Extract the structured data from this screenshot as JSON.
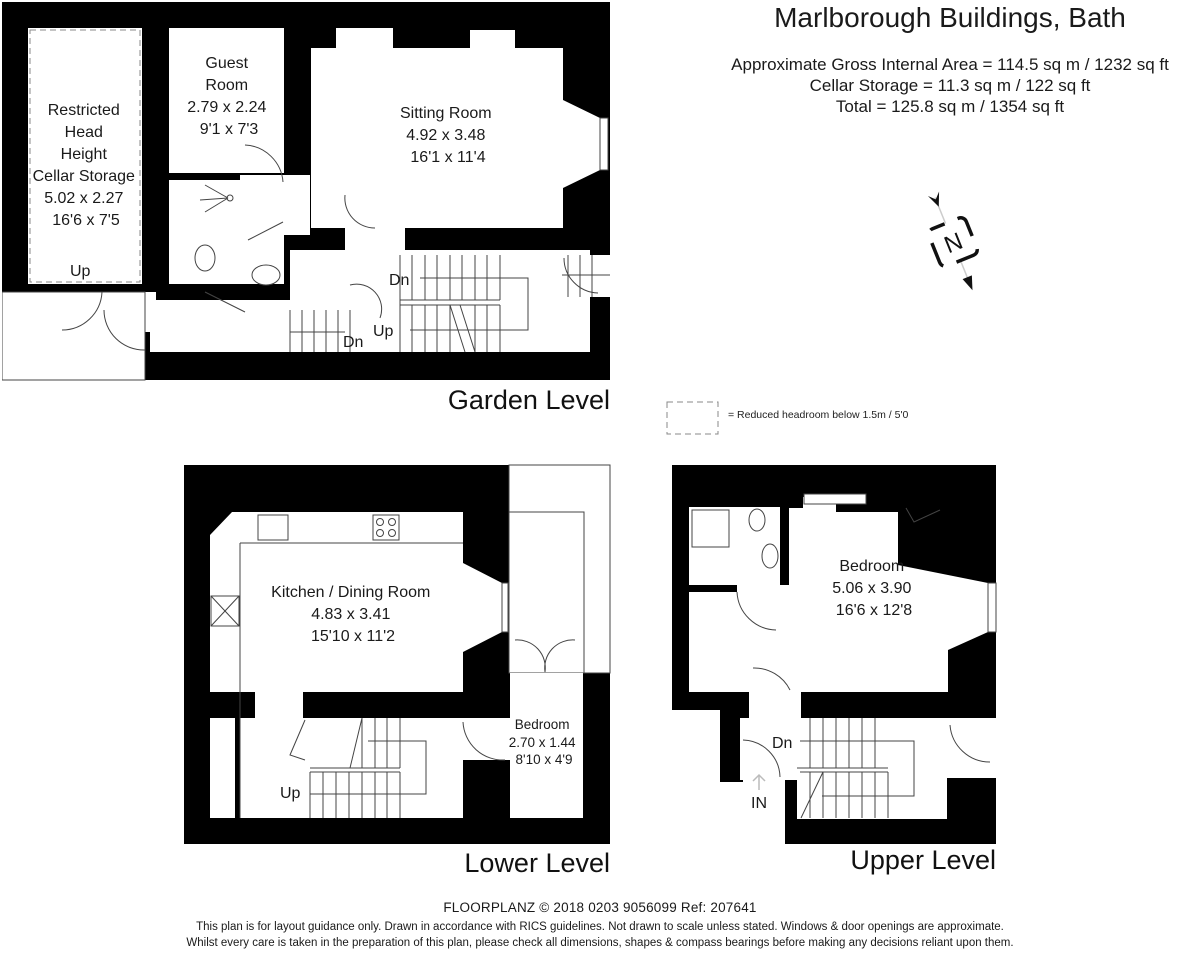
{
  "header": {
    "title": "Marlborough Buildings, Bath",
    "areas": [
      "Approximate Gross Internal Area = 114.5 sq m / 1232 sq ft",
      "Cellar Storage = 11.3 sq m / 122 sq ft",
      "Total = 125.8 sq m / 1354 sq ft"
    ]
  },
  "compass": {
    "icon": "north-compass-icon",
    "letter": "N"
  },
  "legend": {
    "icon": "dashed-box-icon",
    "text": "= Reduced headroom below 1.5m / 5'0"
  },
  "levels": {
    "garden": {
      "label": "Garden Level",
      "rooms": {
        "cellar": {
          "lines": [
            "Restricted",
            "Head",
            "Height",
            "Cellar Storage",
            "5.02 x 2.27",
            "16'6 x 7'5"
          ]
        },
        "guest": {
          "lines": [
            "Guest",
            "Room",
            "2.79 x 2.24",
            "9'1 x 7'3"
          ]
        },
        "sitting": {
          "lines": [
            "Sitting Room",
            "4.92 x 3.48",
            "16'1 x 11'4"
          ]
        }
      },
      "stairs": {
        "up_cellar": "Up",
        "dn_main": "Dn",
        "up_main": "Up",
        "dn_small": "Dn"
      }
    },
    "lower": {
      "label": "Lower Level",
      "rooms": {
        "kitchen": {
          "lines": [
            "Kitchen / Dining Room",
            "4.83 x 3.41",
            "15'10 x 11'2"
          ]
        },
        "bedroom": {
          "lines": [
            "Bedroom",
            "2.70 x 1.44",
            "8'10 x 4'9"
          ]
        }
      },
      "stairs": {
        "up": "Up"
      }
    },
    "upper": {
      "label": "Upper Level",
      "rooms": {
        "bedroom": {
          "lines": [
            "Bedroom",
            "5.06 x 3.90",
            "16'6 x 12'8"
          ]
        }
      },
      "stairs": {
        "dn": "Dn"
      },
      "entrance": "IN"
    }
  },
  "footer": {
    "brand": "FLOORPLANZ © 2018   0203 9056099   Ref: 207641",
    "disclaimer_1": "This plan is for layout guidance only. Drawn in accordance with RICS guidelines. Not drawn to scale unless stated. Windows & door openings are approximate.",
    "disclaimer_2": "Whilst every care is taken in the preparation of this plan, please check all dimensions, shapes & compass bearings before making any decisions reliant upon them."
  }
}
